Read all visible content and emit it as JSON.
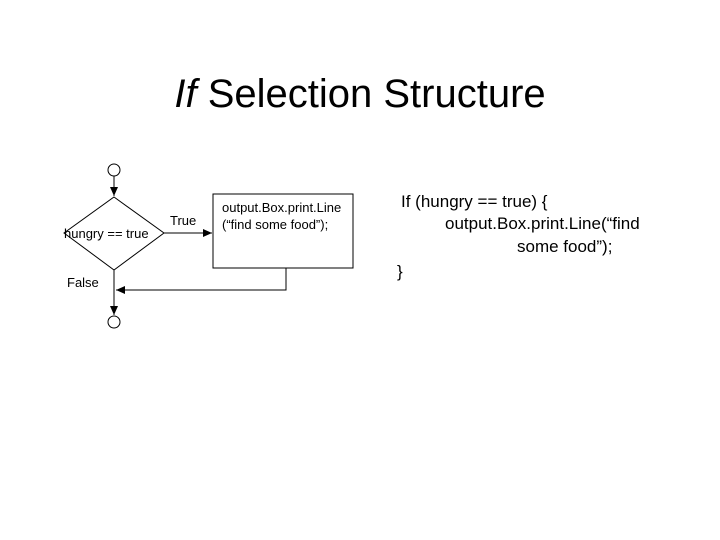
{
  "title": {
    "keyword": "If",
    "rest": "Selection Structure"
  },
  "flowchart": {
    "condition": "hungry == true",
    "true_label": "True",
    "false_label": "False",
    "action_line1": "output.Box.print.Line",
    "action_line2": "(“find some food”);"
  },
  "code": {
    "line1": "If (hungry == true) {",
    "line2": "output.Box.print.Line(“find",
    "line3": "some food”);",
    "line4": "}"
  }
}
